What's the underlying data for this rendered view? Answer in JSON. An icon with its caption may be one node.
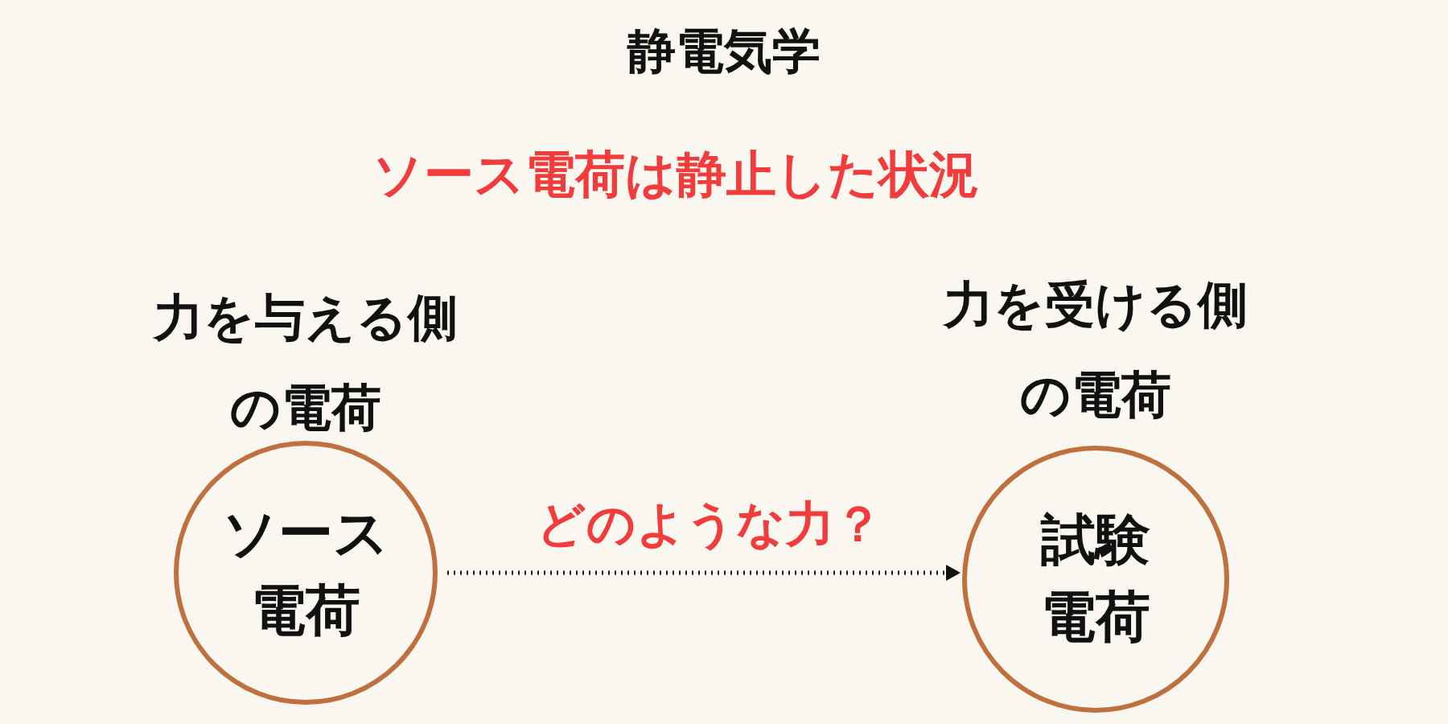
{
  "diagram": {
    "title": "静電気学",
    "nodes": [
      {
        "text": [
          "ソース電荷"
        ],
        "beside": [
          "力を与える側の電荷"
        ]
      },
      {
        "text": [
          "試験電荷"
        ],
        "beside": [
          "力を受ける側の電荷"
        ]
      }
    ],
    "edges": [
      {
        "from": 0,
        "to": 1,
        "arrow": "to",
        "label": "どのような力？",
        "style": "dashed"
      }
    ],
    "labels": [
      "ソース電荷は静止した状況"
    ]
  }
}
